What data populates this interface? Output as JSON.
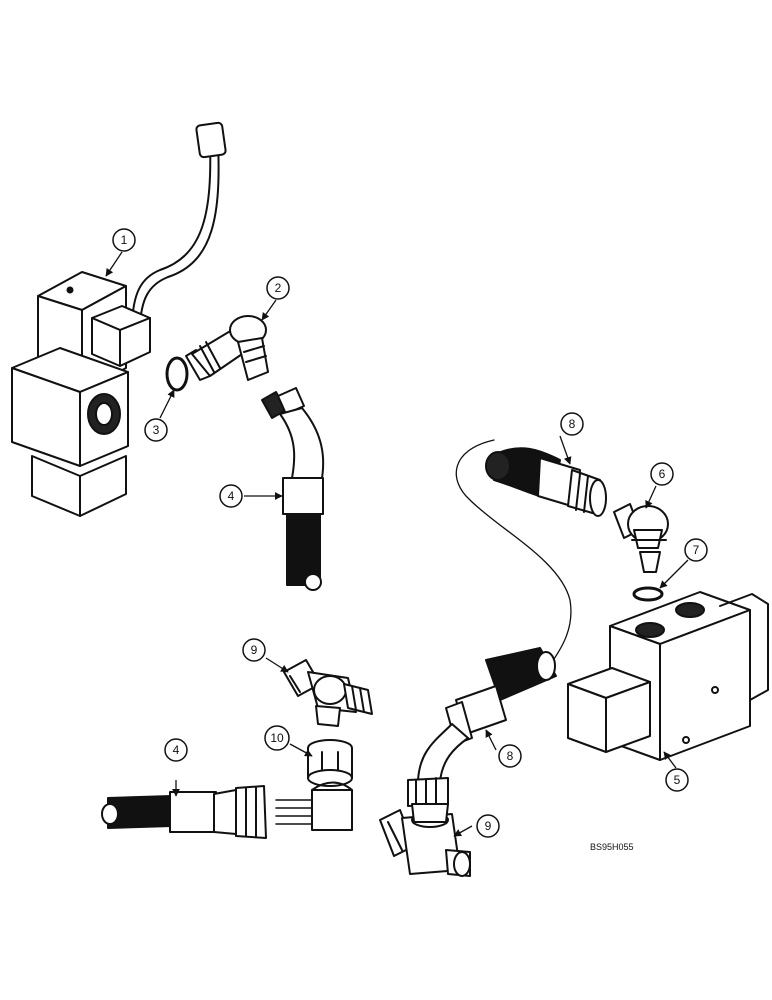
{
  "reference_code": "BS95H055",
  "callouts": [
    {
      "id": "c1",
      "label": "1"
    },
    {
      "id": "c2",
      "label": "2"
    },
    {
      "id": "c3",
      "label": "3"
    },
    {
      "id": "c4a",
      "label": "4"
    },
    {
      "id": "c8a",
      "label": "8"
    },
    {
      "id": "c6",
      "label": "6"
    },
    {
      "id": "c7",
      "label": "7"
    },
    {
      "id": "c9a",
      "label": "9"
    },
    {
      "id": "c10",
      "label": "10"
    },
    {
      "id": "c4b",
      "label": "4"
    },
    {
      "id": "c8b",
      "label": "8"
    },
    {
      "id": "c5",
      "label": "5"
    },
    {
      "id": "c9b",
      "label": "9"
    }
  ]
}
